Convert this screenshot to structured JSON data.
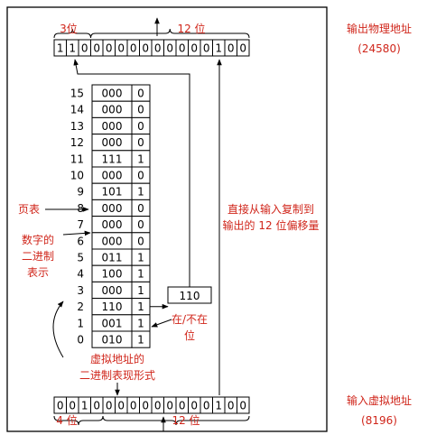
{
  "colors": {
    "label_red": "#d0261b",
    "line": "#000000",
    "box_fill": "#ffffff"
  },
  "physical": {
    "bits": [
      "1",
      "1",
      "0",
      "0",
      "0",
      "0",
      "0",
      "0",
      "0",
      "0",
      "0",
      "0",
      "0",
      "1",
      "0",
      "0"
    ],
    "page_bits_label": "3位",
    "offset_bits_label": "12 位",
    "side_label": "输出物理地址",
    "side_value": "(24580)"
  },
  "virtual": {
    "bits": [
      "0",
      "0",
      "1",
      "0",
      "0",
      "0",
      "0",
      "0",
      "0",
      "0",
      "0",
      "0",
      "0",
      "1",
      "0",
      "0"
    ],
    "page_bits_label": "4 位",
    "offset_bits_label": "12 位",
    "side_label": "输入虚拟地址",
    "side_value": "(8196)"
  },
  "page_table": {
    "rows": [
      {
        "index": "15",
        "frame": "000",
        "present": "0"
      },
      {
        "index": "14",
        "frame": "000",
        "present": "0"
      },
      {
        "index": "13",
        "frame": "000",
        "present": "0"
      },
      {
        "index": "12",
        "frame": "000",
        "present": "0"
      },
      {
        "index": "11",
        "frame": "111",
        "present": "1"
      },
      {
        "index": "10",
        "frame": "000",
        "present": "0"
      },
      {
        "index": "9",
        "frame": "101",
        "present": "1"
      },
      {
        "index": "8",
        "frame": "000",
        "present": "0"
      },
      {
        "index": "7",
        "frame": "000",
        "present": "0"
      },
      {
        "index": "6",
        "frame": "000",
        "present": "0"
      },
      {
        "index": "5",
        "frame": "011",
        "present": "1"
      },
      {
        "index": "4",
        "frame": "100",
        "present": "1"
      },
      {
        "index": "3",
        "frame": "000",
        "present": "1"
      },
      {
        "index": "2",
        "frame": "110",
        "present": "1"
      },
      {
        "index": "1",
        "frame": "001",
        "present": "1"
      },
      {
        "index": "0",
        "frame": "010",
        "present": "1"
      }
    ],
    "selected_index": 2
  },
  "frame_output": "110",
  "labels": {
    "page_table": "页表",
    "binary_repr": [
      "数字的",
      "二进制",
      "表示"
    ],
    "present_bit": [
      "在/不在",
      "位"
    ],
    "virtual_binary": [
      "虚拟地址的",
      "二进制表现形式"
    ],
    "copy_offset": [
      "直接从输入复制到",
      "输出的 12 位偏移量"
    ]
  }
}
